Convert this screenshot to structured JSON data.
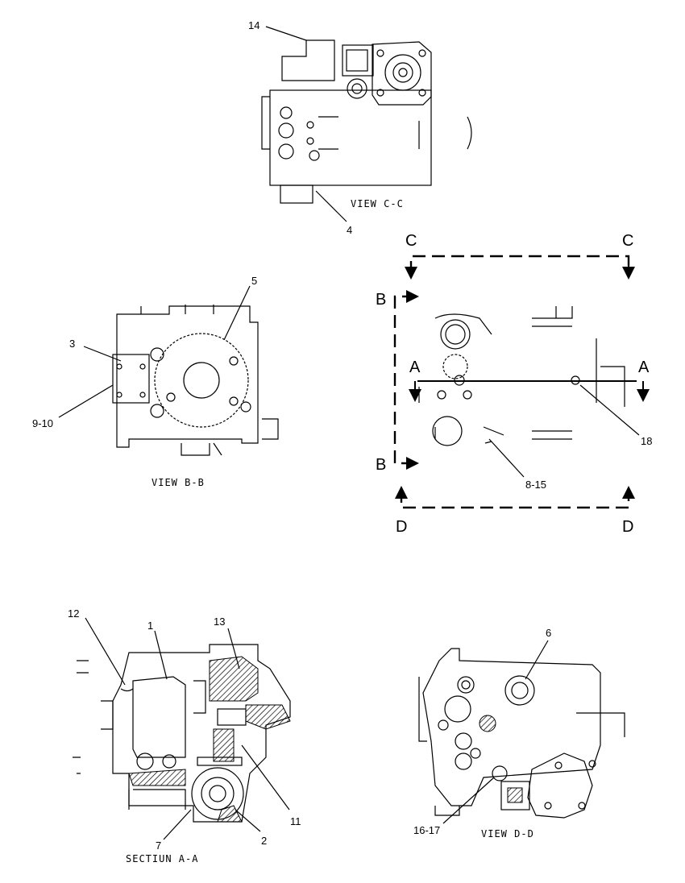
{
  "views": {
    "view_cc": {
      "caption": "VIEW C-C",
      "callouts": [
        "14",
        "4"
      ]
    },
    "view_bb": {
      "caption": "VIEW B-B",
      "callouts": [
        "5",
        "3",
        "9-10"
      ]
    },
    "plan": {
      "callouts": [
        "18",
        "8-15"
      ],
      "section_letters": {
        "c_left": "C",
        "c_right": "C",
        "b_top": "B",
        "b_bottom": "B",
        "a_left": "A",
        "a_right": "A",
        "d_left": "D",
        "d_right": "D"
      }
    },
    "section_aa": {
      "caption": "SECTIUN A-A",
      "callouts": [
        "12",
        "1",
        "13",
        "11",
        "7",
        "2"
      ]
    },
    "view_dd": {
      "caption": "VIEW D-D",
      "callouts": [
        "6",
        "16-17"
      ]
    }
  }
}
